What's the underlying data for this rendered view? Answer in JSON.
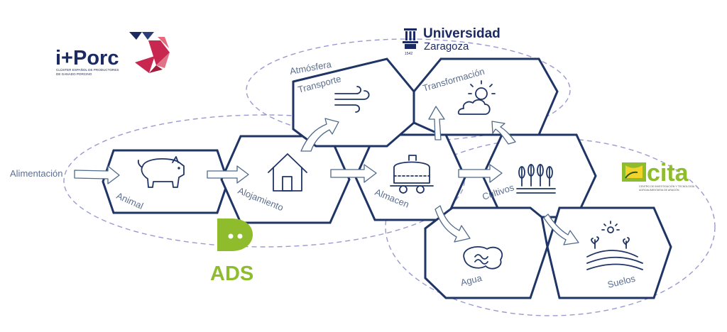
{
  "logos": {
    "iporc": {
      "name": "i+Porc",
      "subtitle_line1": "CLÚSTER ESPAÑOL DE PRODUCTORES",
      "subtitle_line2": "DE GANADO PORCINO",
      "text_color": "#1b2a63",
      "accent_color": "#c8274f"
    },
    "unizar": {
      "name": "Universidad",
      "city": "Zaragoza",
      "year": "1542",
      "color": "#1b2a63"
    },
    "ads": {
      "name": "ADS",
      "color": "#8ebc2d"
    },
    "cita": {
      "name": "cita",
      "subtitle_line1": "CENTRO DE INVESTIGACIÓN Y TECNOLOGÍA",
      "subtitle_line2": "AGROALIMENTARIA DE ARAGÓN",
      "color": "#8ebc2d"
    }
  },
  "diagram": {
    "input_label": "Alimentación",
    "group_label": "Atmósfera",
    "nodes": [
      {
        "label": "Animal",
        "icon": "pig-icon"
      },
      {
        "label": "Alojamiento",
        "icon": "house-icon"
      },
      {
        "label": "Almacen",
        "icon": "slurry-tank-icon"
      },
      {
        "label": "Cultivos",
        "icon": "wheat-icon"
      },
      {
        "label": "Transporte",
        "icon": "wind-icon"
      },
      {
        "label": "Transformación",
        "icon": "sun-cloud-icon"
      },
      {
        "label": "Agua",
        "icon": "water-pond-icon"
      },
      {
        "label": "Suelos",
        "icon": "field-sprout-icon"
      }
    ],
    "colors": {
      "hex_stroke": "#1f3566",
      "ellipse_stroke": "#9a9ad0",
      "label": "#5c6f8f"
    }
  }
}
